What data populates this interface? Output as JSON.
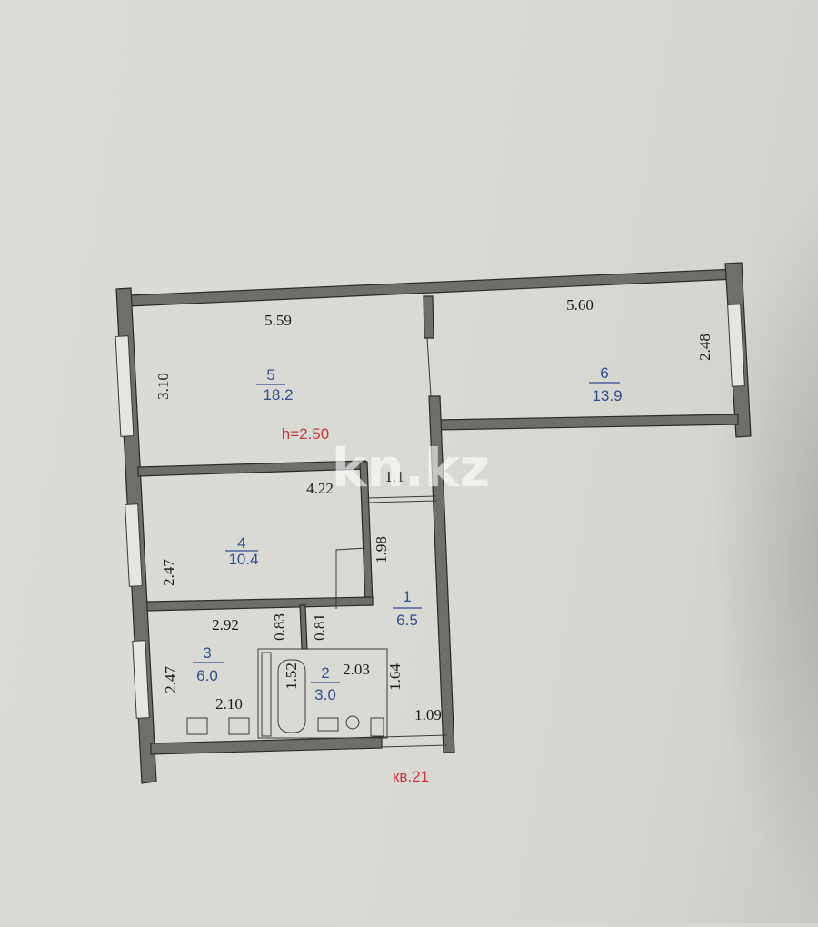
{
  "plan": {
    "apartment_label": "кв.21",
    "ceiling_height": "h=2.50",
    "watermark": "kn.kz",
    "colors": {
      "wall": "#6e6e6a",
      "wall_outline": "#2a2a2a",
      "room_number": "#2f4f8f",
      "annotation_red": "#c8383a",
      "paper": "#d9d9d3"
    },
    "rooms": [
      {
        "number": "5",
        "area": "18.2",
        "width": "5.59",
        "depth": "3.10"
      },
      {
        "number": "6",
        "area": "13.9",
        "width": "5.60",
        "depth": "2.48"
      },
      {
        "number": "4",
        "area": "10.4",
        "width": "4.22",
        "depth": "2.47"
      },
      {
        "number": "1",
        "area": "6.5",
        "width": "1.1",
        "depth": "1.98"
      },
      {
        "number": "3",
        "area": "6.0",
        "width": "2.92",
        "depth": "2.47"
      },
      {
        "number": "2",
        "area": "3.0",
        "width": "2.03",
        "depth": "1.64"
      }
    ],
    "dimensions": {
      "d_0_83": "0.83",
      "d_0_81": "0.81",
      "d_2_10": "2.10",
      "d_1_52": "1.52",
      "d_1_09": "1.09"
    }
  }
}
